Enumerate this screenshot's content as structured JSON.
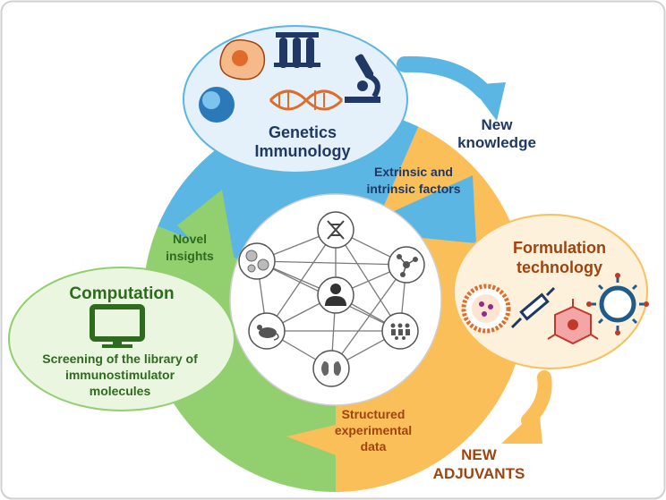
{
  "genetics": {
    "line1": "Genetics",
    "line2": "Immunology"
  },
  "new_knowledge": {
    "line1": "New",
    "line2": "knowledge"
  },
  "extrinsic": {
    "line1": "Extrinsic and",
    "line2": "intrinsic factors"
  },
  "formulation": {
    "line1": "Formulation",
    "line2": "technology"
  },
  "computation": {
    "title": "Computation",
    "line1": "Screening of the library of",
    "line2": "immunostimulator",
    "line3": "molecules"
  },
  "novel": {
    "line1": "Novel",
    "line2": "insights"
  },
  "structured": {
    "line1": "Structured",
    "line2": "experimental",
    "line3": "data"
  },
  "new_adjuvants": {
    "line1": "NEW",
    "line2": "ADJUVANTS"
  },
  "colors": {
    "blue_arc": "#5bb6e3",
    "orange_arc": "#fbbf5a",
    "green_arc": "#92cf6e",
    "navy_text": "#1f3864",
    "green_text": "#2e6b1e",
    "brown_text": "#a0440f",
    "orange_text": "#c55a11"
  },
  "icons": [
    "cell-icon",
    "test-tubes-icon",
    "microscope-icon",
    "dna-icon",
    "monitor-icon",
    "person-icon",
    "kidneys-icon",
    "mouse-icon",
    "molecule-icon",
    "crowd-icon",
    "liposome-icon",
    "syringe-icon",
    "virus-icon"
  ]
}
